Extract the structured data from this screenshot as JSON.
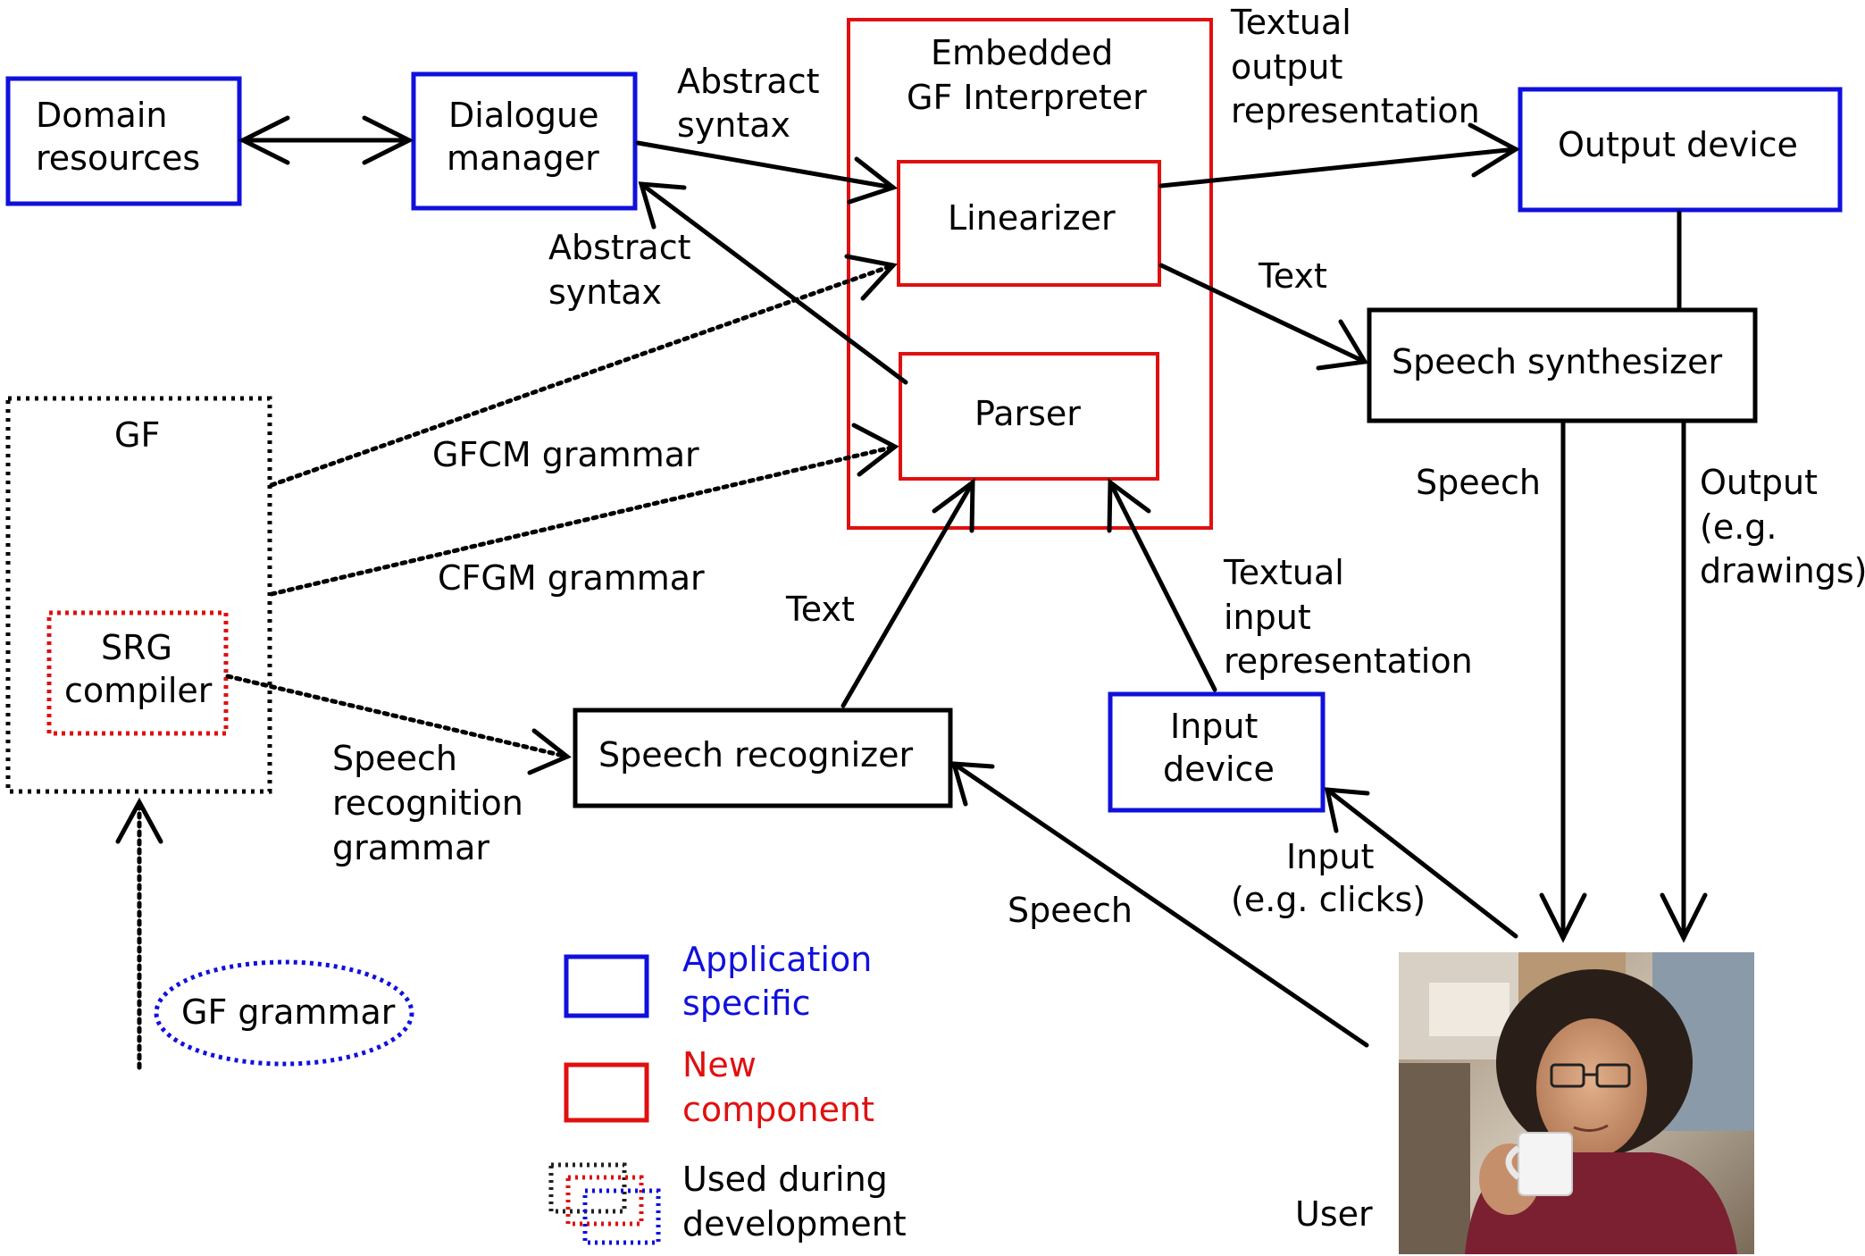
{
  "colors": {
    "application_specific": "#1010dd",
    "new_component": "#e01010",
    "standard": "#000000"
  },
  "boxes": {
    "domain_resources": [
      "Domain",
      "resources"
    ],
    "dialogue_manager": [
      "Dialogue",
      "manager"
    ],
    "embedded_interpreter": [
      "Embedded",
      "GF Interpreter"
    ],
    "linearizer": "Linearizer",
    "parser": "Parser",
    "output_device": "Output device",
    "speech_synthesizer": "Speech synthesizer",
    "gf": "GF",
    "srg_compiler": [
      "SRG",
      "compiler"
    ],
    "speech_recognizer": "Speech recognizer",
    "input_device": [
      "Input",
      "device"
    ],
    "gf_grammar": "GF grammar"
  },
  "edge_labels": {
    "abstract_syntax_top": [
      "Abstract",
      "syntax"
    ],
    "abstract_syntax_bottom": [
      "Abstract",
      "syntax"
    ],
    "textual_output": [
      "Textual",
      "output",
      "representation"
    ],
    "text_synth": "Text",
    "gfcm_grammar": "GFCM grammar",
    "cfgm_grammar": "CFGM grammar",
    "text_recognizer": "Text",
    "speech_recognition_grammar": [
      "Speech",
      "recognition",
      "grammar"
    ],
    "textual_input": [
      "Textual",
      "input",
      "representation"
    ],
    "speech_out": "Speech",
    "output_drawings": [
      "Output",
      "(e.g.",
      "drawings)"
    ],
    "input_clicks": [
      "Input",
      "(e.g. clicks)"
    ],
    "speech_in": "Speech"
  },
  "user": {
    "label": "User",
    "photo_description": "photo of user holding a cup"
  },
  "legend": {
    "application_specific": [
      "Application",
      "specific"
    ],
    "new_component": [
      "New",
      "component"
    ],
    "used_during_development": [
      "Used during",
      "development"
    ]
  }
}
